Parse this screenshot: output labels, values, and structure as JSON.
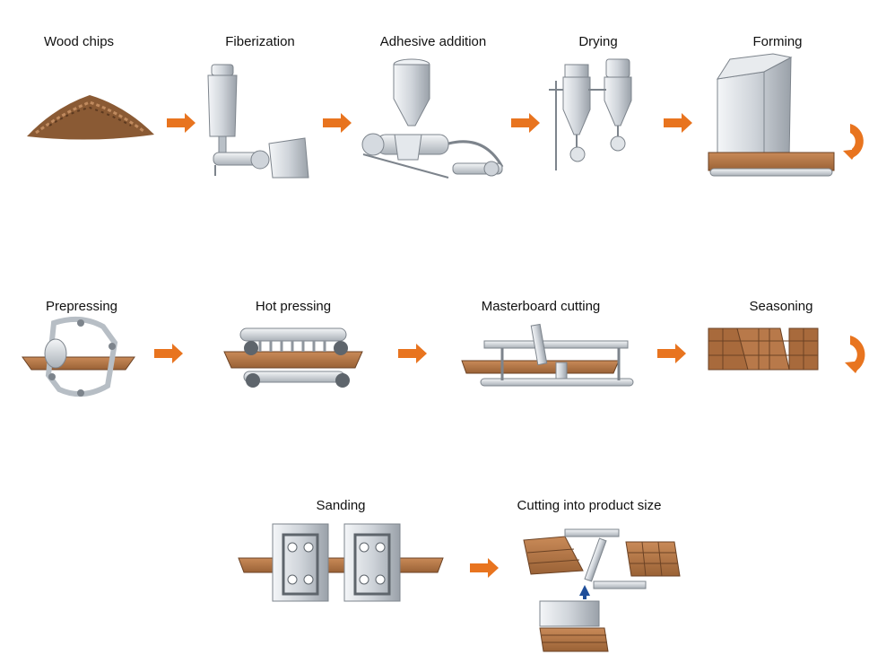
{
  "steps": [
    {
      "id": "wood-chips",
      "label": "Wood chips"
    },
    {
      "id": "fiberization",
      "label": "Fiberization"
    },
    {
      "id": "adhesive-addition",
      "label": "Adhesive addition"
    },
    {
      "id": "drying",
      "label": "Drying"
    },
    {
      "id": "forming",
      "label": "Forming"
    },
    {
      "id": "prepressing",
      "label": "Prepressing"
    },
    {
      "id": "hot-pressing",
      "label": "Hot pressing"
    },
    {
      "id": "masterboard-cutting",
      "label": "Masterboard cutting"
    },
    {
      "id": "seasoning",
      "label": "Seasoning"
    },
    {
      "id": "sanding",
      "label": "Sanding"
    },
    {
      "id": "cutting-into-product-size",
      "label": "Cutting into product size"
    }
  ],
  "colors": {
    "arrow": "#e8741f",
    "wood": "#b0744a",
    "metal": "#d9dde2",
    "metal_dark": "#8f969e",
    "blue_arrow": "#1f4e9a"
  }
}
